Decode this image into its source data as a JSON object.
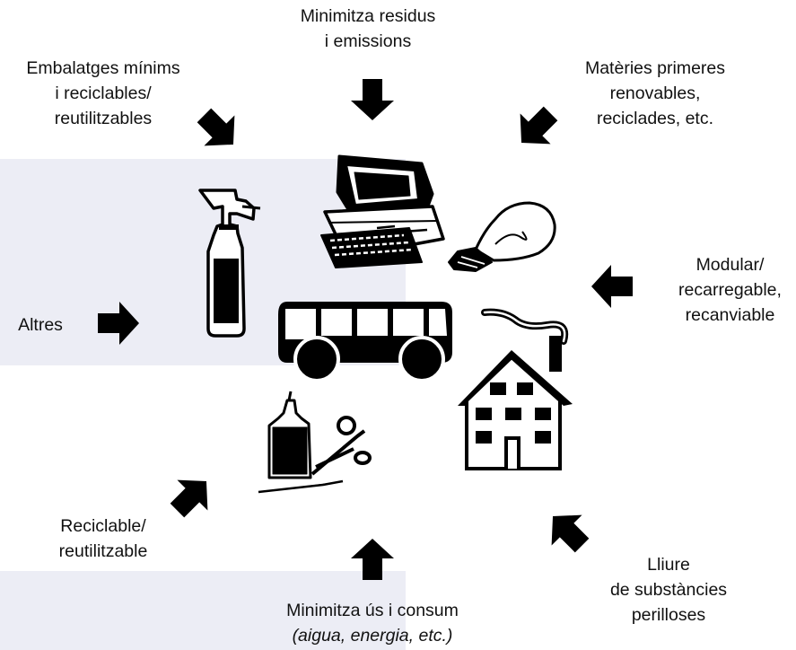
{
  "diagram": {
    "labels": {
      "top": {
        "line1": "Minimitza residus",
        "line2": "i emissions"
      },
      "top_left": {
        "line1": "Embalatges mínims",
        "line2": "i reciclables/",
        "line3": "reutilitzables"
      },
      "top_right": {
        "line1": "Matèries primeres",
        "line2": "renovables,",
        "line3": "reciclades, etc."
      },
      "right": {
        "line1": "Modular/",
        "line2": "recarregable,",
        "line3": "recanviable"
      },
      "left": {
        "line1": "Altres"
      },
      "bottom_left": {
        "line1": "Reciclable/",
        "line2": "reutilitzable"
      },
      "bottom": {
        "line1": "Minimitza ús i consum",
        "line2": "(aigua, energia, etc.)"
      },
      "bottom_right": {
        "line1": "Lliure",
        "line2": "de substàncies",
        "line3": "perilloses"
      }
    },
    "icons": [
      "spray-bottle-icon",
      "computer-icon",
      "light-bulb-icon",
      "bus-icon",
      "house-icon",
      "glue-and-scissors-icon"
    ],
    "colors": {
      "band": "#ecedf5",
      "ink": "#000000"
    }
  }
}
